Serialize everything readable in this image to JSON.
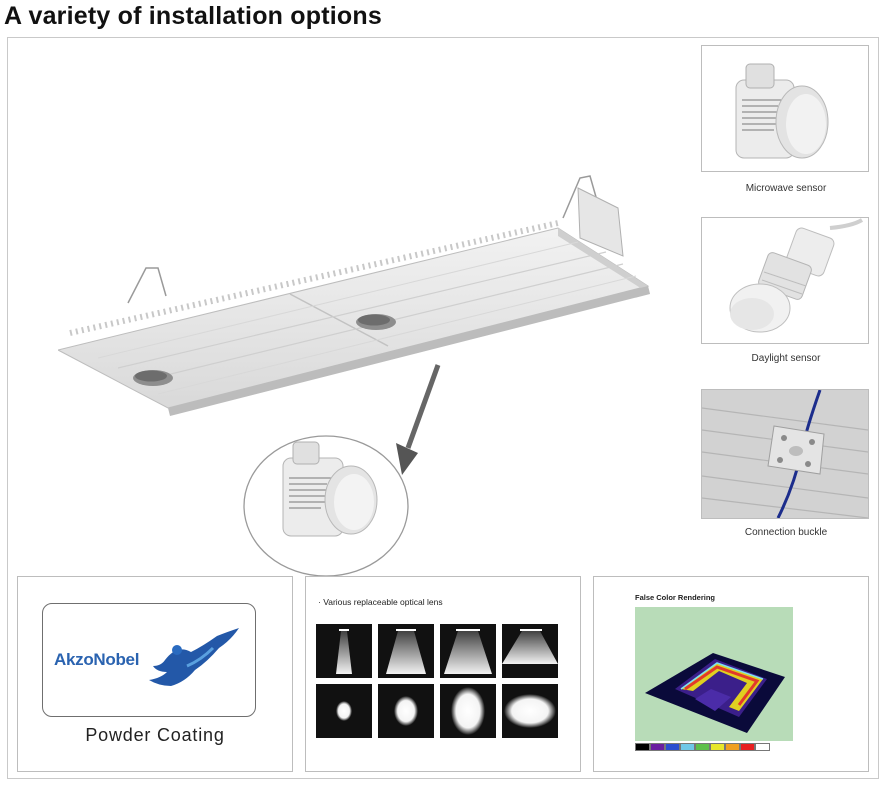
{
  "page": {
    "title": "A variety of installation options"
  },
  "side_panels": [
    {
      "caption": "Microwave sensor",
      "icon": "microwave-sensor-icon"
    },
    {
      "caption": "Daylight sensor",
      "icon": "daylight-sensor-icon"
    },
    {
      "caption": "Connection buckle",
      "icon": "connection-buckle-icon"
    }
  ],
  "coating": {
    "brand": "AkzoNobel",
    "label": "Powder Coating",
    "brand_color": "#2a63b0"
  },
  "lens": {
    "title": "· Various replaceable optical lens"
  },
  "false_color": {
    "title": "False Color Rendering",
    "scale_colors": [
      "#000000",
      "#6a1fa0",
      "#2a4fd0",
      "#6fc8e8",
      "#5ec04a",
      "#e8e82a",
      "#f0a020",
      "#e82020",
      "#ffffff"
    ]
  }
}
